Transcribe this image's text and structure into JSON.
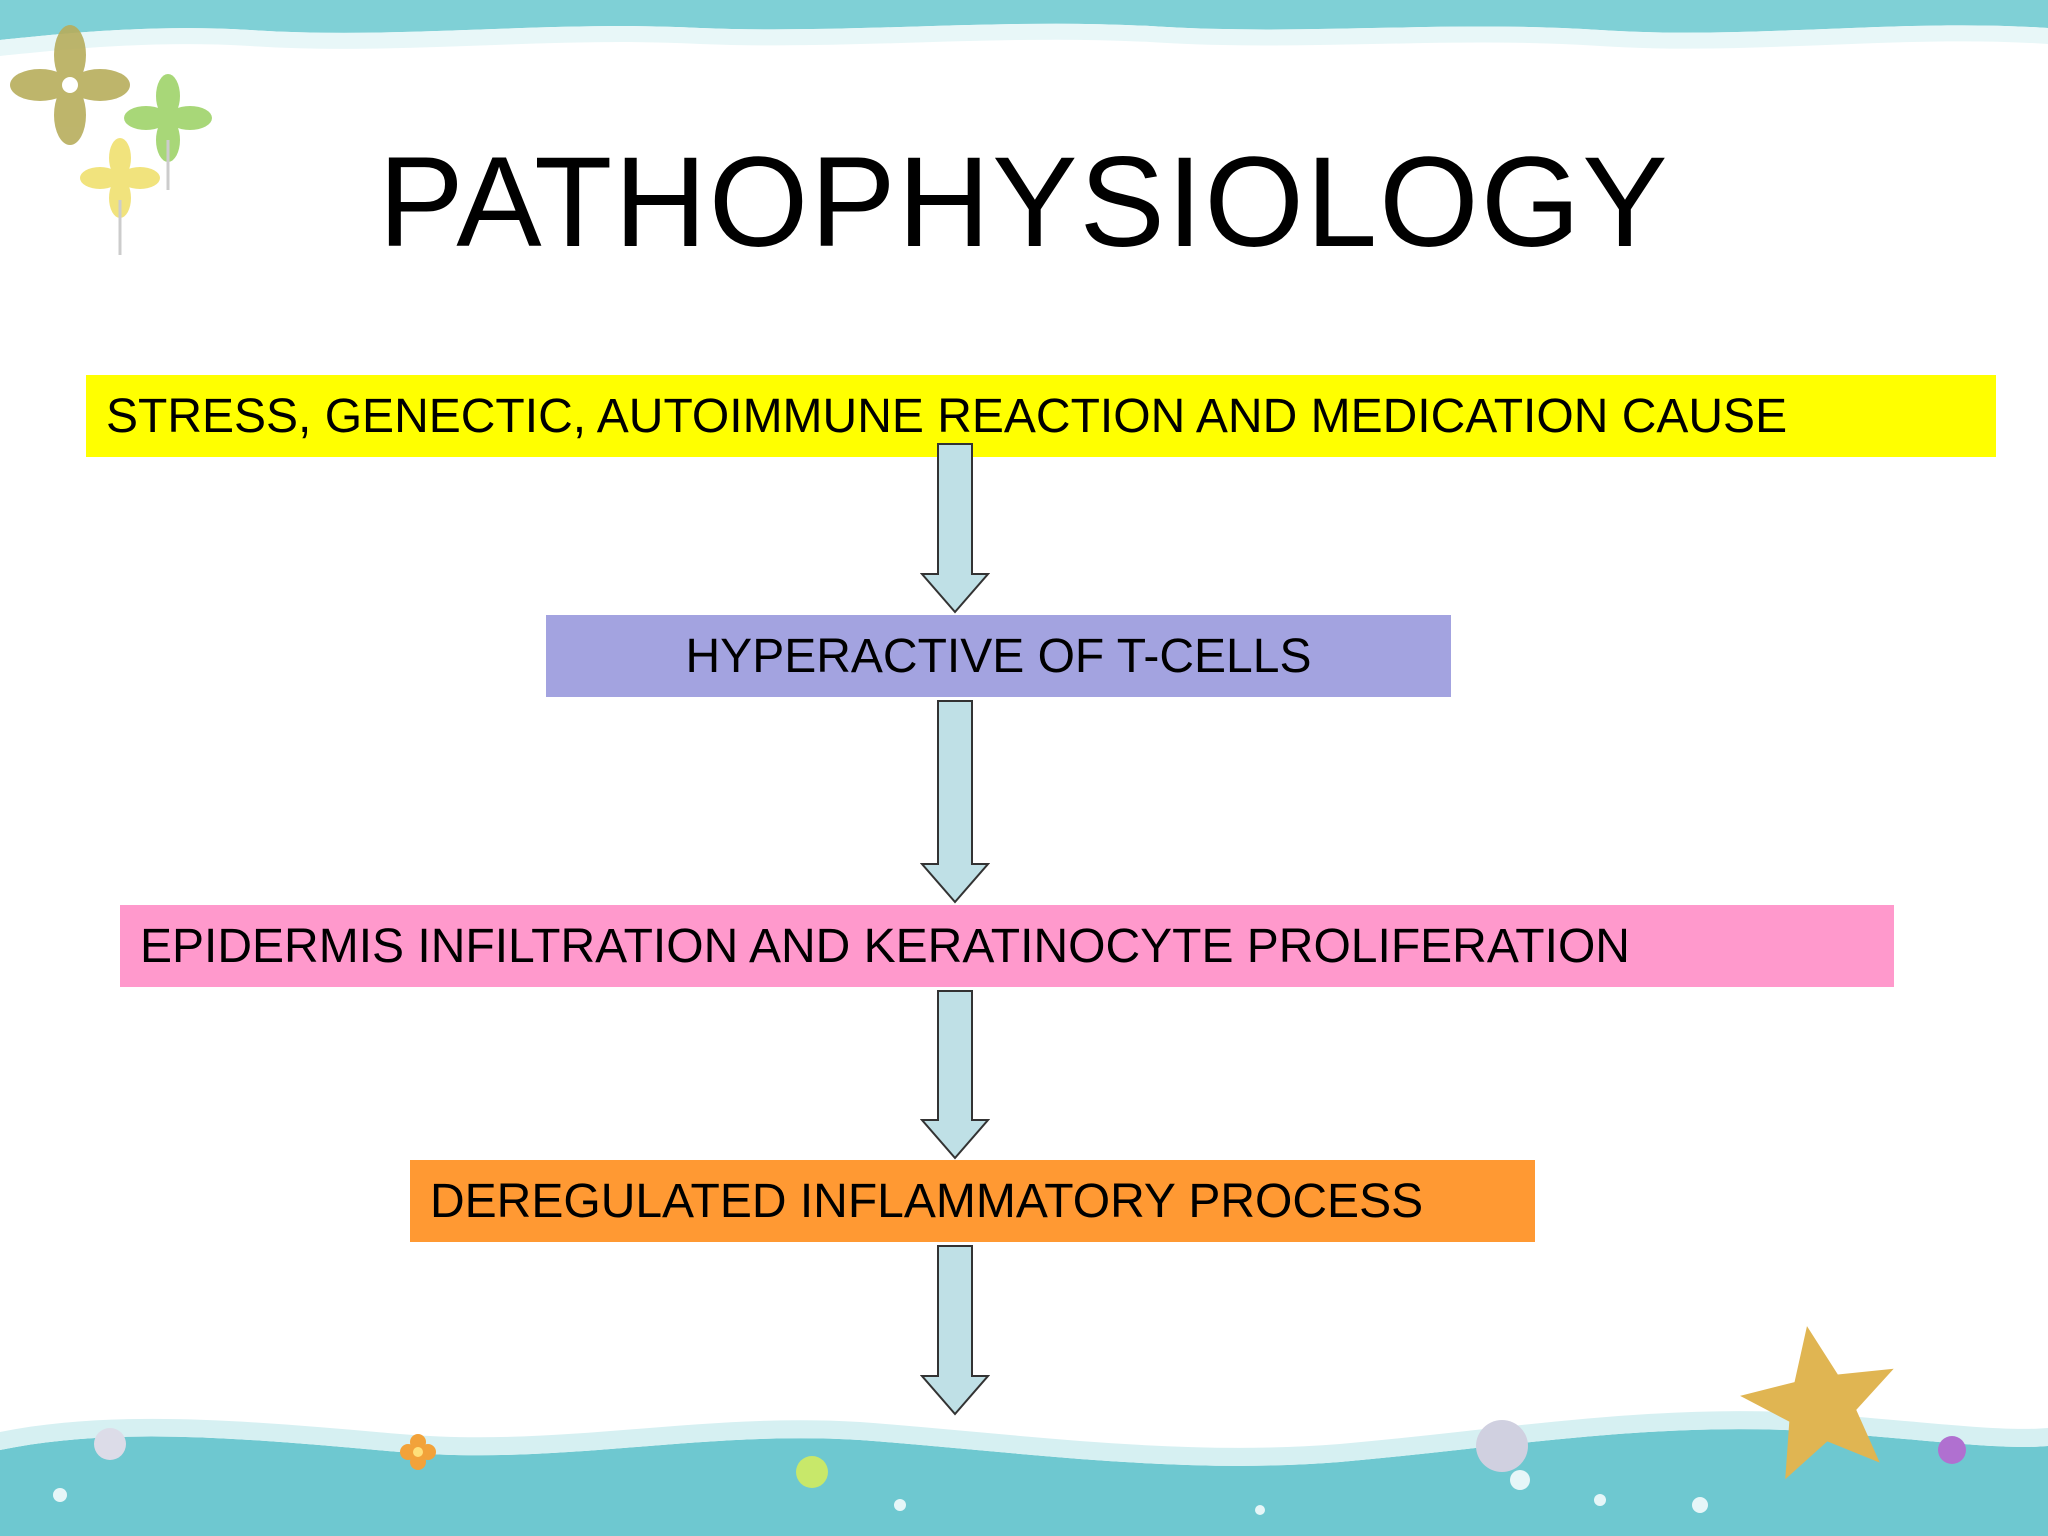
{
  "slide": {
    "title": "PATHOPHYSIOLOGY",
    "steps": [
      {
        "label": "STRESS, GENECTIC, AUTOIMMUNE REACTION AND MEDICATION CAUSE",
        "color": "#ffff00"
      },
      {
        "label": "HYPERACTIVE OF T-CELLS",
        "color": "#a3a3e0"
      },
      {
        "label": "EPIDERMIS INFILTRATION AND KERATINOCYTE PROLIFERATION",
        "color": "#ff99cc"
      },
      {
        "label": "DEREGULATED INFLAMMATORY PROCESS",
        "color": "#ff9933"
      }
    ],
    "arrow_color": "#bfe0e6",
    "theme": {
      "top_wave_color": "#7fd0d6",
      "bottom_wave_color": "#6ec8d0",
      "decoration_icons": [
        "pinwheel-icon",
        "starfish-icon",
        "bubble-icon",
        "flower-icon"
      ]
    }
  }
}
